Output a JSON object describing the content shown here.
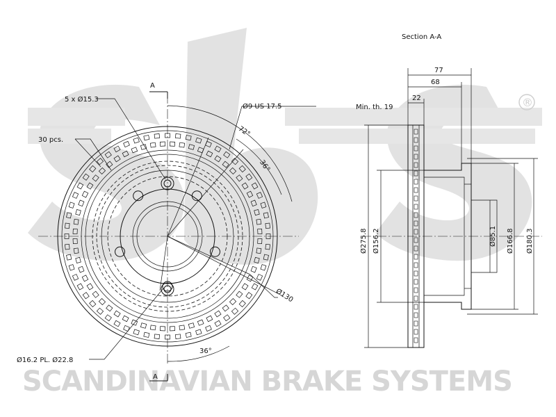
{
  "watermark": {
    "brand": "SCANDINAVIAN BRAKE SYSTEMS",
    "registered": "®",
    "color": "#d6d6d6"
  },
  "front_view": {
    "section_marker_top": "A",
    "section_marker_bottom": "A",
    "bolt_holes": "5 x Ø15.3",
    "vent_count": "30 pcs.",
    "small_holes": "Ø9 US 17.5",
    "angle_72": "72°",
    "angle_36_right": "36°",
    "angle_36_bottom": "36°",
    "pcd": "Ø130",
    "center_holes": "Ø16.2 PL. Ø22.8"
  },
  "section_view": {
    "title": "Section A-A",
    "dim_77": "77",
    "dim_68": "68",
    "dim_22": "22",
    "min_thickness": "Min. th. 19",
    "d_outer": "Ø275.8",
    "d_inner": "Ø156.2",
    "d_center": "Ø85.1",
    "d_hub": "Ø166.8",
    "d_flange": "Ø180.3"
  }
}
